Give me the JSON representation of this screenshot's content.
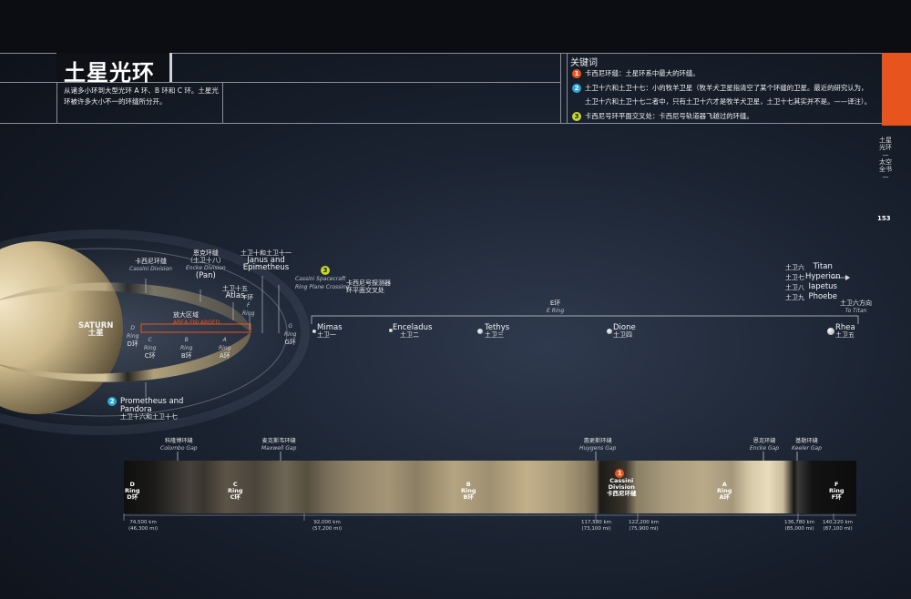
{
  "title": "土星光环",
  "intro": "从诸多小环到大型光环 A 环、B 环和 C 环。土星光环被许多大小不一的环缝所分开。",
  "key": {
    "heading": "关键词",
    "items": [
      {
        "num": "1",
        "text": "卡西尼环缝：土星环系中最大的环缝。"
      },
      {
        "num": "2",
        "text": "土卫十六和土卫十七：小的牧羊卫星（牧羊犬卫星指清空了某个环缝的卫星。最近的研究认为，"
      },
      {
        "num": "",
        "text": "土卫十六和土卫十七二者中，只有土卫十六才是牧羊犬卫星，土卫十七其实并不是。——译注）。"
      },
      {
        "num": "3",
        "text": "卡西尼号环平面交叉处：卡西尼号轨道器飞越过的环缝。"
      }
    ]
  },
  "side_text": "土星光环 — 太空全书 —",
  "page_number": "153",
  "colors": {
    "accent": "#e8541e",
    "badge2": "#2aa6d6",
    "badge3": "#c6d62a"
  },
  "diagram": {
    "saturn": {
      "en": "SATURN",
      "zh": "土星"
    },
    "cassini_div": {
      "zh": "卡西尼环缝",
      "en": "Cassini Division"
    },
    "encke": {
      "zh": "恩克环缝",
      "zh2": "（土卫十八）",
      "en": "Encke Division",
      "en2": "(Pan)"
    },
    "janus": {
      "zh": "土卫十和土卫十一",
      "en": "Janus and",
      "en2": "Epimetheus"
    },
    "crossing": {
      "badge": "3",
      "en": "Cassini Spacecraft",
      "en2": "Ring Plane Crossing",
      "zh": "卡西尼号探测器",
      "zh2": "环平面交叉处"
    },
    "atlas": {
      "zh": "土卫十五",
      "en": "Atlas"
    },
    "f_ring": {
      "zh": "F环",
      "en": "F",
      "en2": "Ring"
    },
    "g_ring": {
      "en": "G",
      "en2": "Ring",
      "zh": "G环"
    },
    "enlarged": {
      "zh": "放大区域",
      "en": "AREA ENLARGED"
    },
    "d_ring": {
      "en": "D",
      "en2": "Ring",
      "zh": "D环"
    },
    "c_ring": {
      "en": "C",
      "en2": "Ring",
      "zh": "C环"
    },
    "b_ring": {
      "en": "B",
      "en2": "Ring",
      "zh": "B环"
    },
    "a_ring": {
      "en": "A",
      "en2": "Ring",
      "zh": "A环"
    },
    "prometheus": {
      "badge": "2",
      "en": "Prometheus and",
      "en2": "Pandora",
      "zh": "土卫十六和土卫十七"
    },
    "e_ring": {
      "zh": "E环",
      "en": "E Ring"
    },
    "to_titan": {
      "zh": "土卫六方向",
      "en": "To Titan"
    },
    "moons": [
      {
        "en": "Mimas",
        "zh": "土卫一"
      },
      {
        "en": "Enceladus",
        "zh": "土卫二"
      },
      {
        "en": "Tethys",
        "zh": "土卫三"
      },
      {
        "en": "Dione",
        "zh": "土卫四"
      },
      {
        "en": "Rhea",
        "zh": "土卫五"
      }
    ],
    "outer_moons": [
      {
        "zh": "土卫六",
        "en": "Titan"
      },
      {
        "zh": "土卫七",
        "en": "Hyperion"
      },
      {
        "zh": "土卫八",
        "en": "Iapetus"
      },
      {
        "zh": "土卫九",
        "en": "Phoebe"
      }
    ]
  },
  "strip": {
    "gaps": [
      {
        "zh": "科隆博环缝",
        "en": "Colombo Gap"
      },
      {
        "zh": "麦克斯韦环缝",
        "en": "Maxwell Gap"
      },
      {
        "zh": "惠更斯环缝",
        "en": "Huygens Gap"
      },
      {
        "zh": "恩克环缝",
        "en": "Encke Gap"
      },
      {
        "zh": "基勒环缝",
        "en": "Keeler Gap"
      }
    ],
    "rings": [
      {
        "en": "D",
        "en2": "Ring",
        "zh": "D环"
      },
      {
        "en": "C",
        "en2": "Ring",
        "zh": "C环"
      },
      {
        "en": "B",
        "en2": "Ring",
        "zh": "B环"
      },
      {
        "en": "Cassini",
        "en2": "Division",
        "zh": "卡西尼环缝",
        "badge": "1"
      },
      {
        "en": "A",
        "en2": "Ring",
        "zh": "A环"
      },
      {
        "en": "F",
        "en2": "Ring",
        "zh": "F环"
      }
    ],
    "distances": [
      {
        "km": "74,500 km",
        "mi": "(46,300 mi)"
      },
      {
        "km": "92,000 km",
        "mi": "(57,200 mi)"
      },
      {
        "km": "117,580 km",
        "mi": "(73,100 mi)"
      },
      {
        "km": "122,200 km",
        "mi": "(75,900 mi)"
      },
      {
        "km": "136,780 km",
        "mi": "(85,000 mi)"
      },
      {
        "km": "140,220 km",
        "mi": "(87,100 mi)"
      }
    ]
  }
}
